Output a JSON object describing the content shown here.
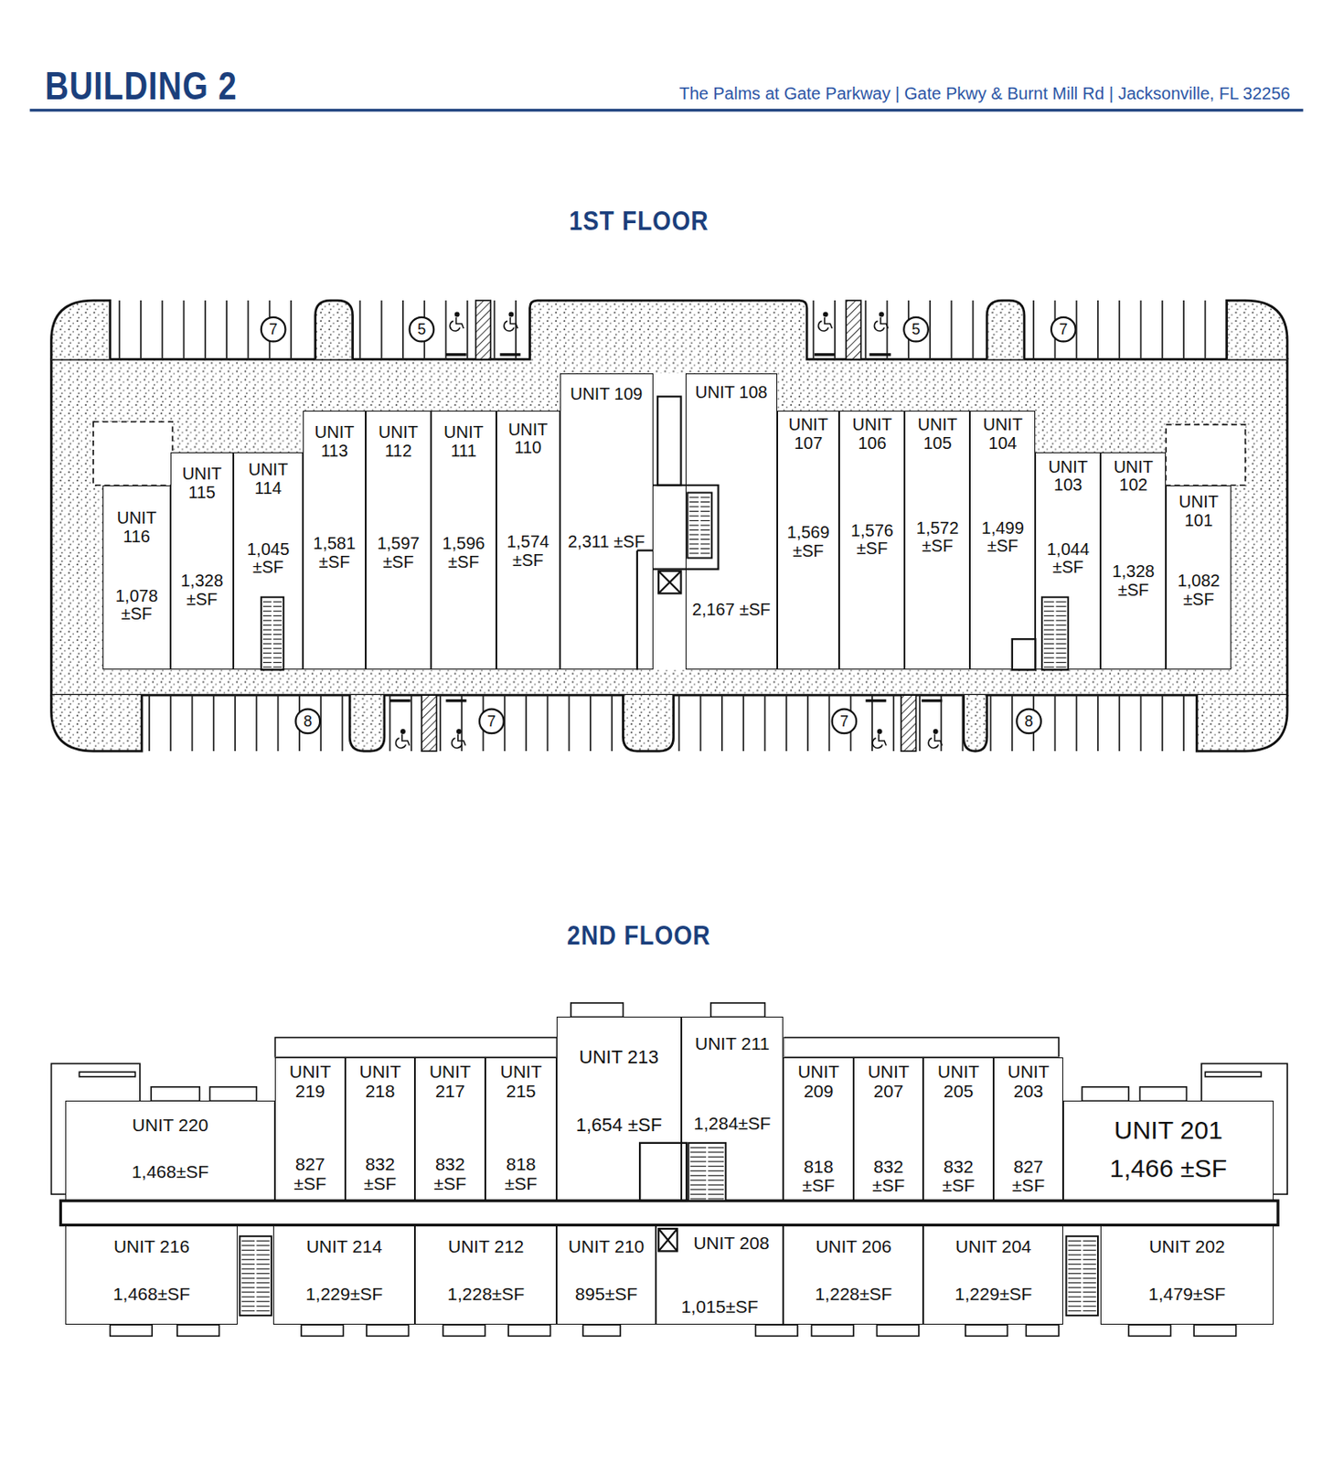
{
  "diagram": {
    "title": "BUILDING 2",
    "nodes": [
      {
        "text": [
          "1ST FLOOR"
        ]
      },
      {
        "text": [
          "UNIT 116",
          "1,078 ±SF"
        ],
        "in": 0
      },
      {
        "text": [
          "UNIT 115",
          "1,328 ±SF"
        ],
        "in": 0
      },
      {
        "text": [
          "UNIT 114",
          "1,045 ±SF"
        ],
        "in": 0
      },
      {
        "text": [
          "UNIT 113",
          "1,581 ±SF"
        ],
        "in": 0
      },
      {
        "text": [
          "UNIT 112",
          "1,597 ±SF"
        ],
        "in": 0
      },
      {
        "text": [
          "UNIT 111",
          "1,596 ±SF"
        ],
        "in": 0
      },
      {
        "text": [
          "UNIT 110",
          "1,574 ±SF"
        ],
        "in": 0
      },
      {
        "text": [
          "UNIT 109",
          "2,311 ±SF"
        ],
        "in": 0
      },
      {
        "text": [
          "UNIT 108",
          "2,167 ±SF"
        ],
        "in": 0
      },
      {
        "text": [
          "UNIT 107",
          "1,569 ±SF"
        ],
        "in": 0
      },
      {
        "text": [
          "UNIT 106",
          "1,576 ±SF"
        ],
        "in": 0
      },
      {
        "text": [
          "UNIT 105",
          "1,572 ±SF"
        ],
        "in": 0
      },
      {
        "text": [
          "UNIT 104",
          "1,499 ±SF"
        ],
        "in": 0
      },
      {
        "text": [
          "UNIT 103",
          "1,044 ±SF"
        ],
        "in": 0
      },
      {
        "text": [
          "UNIT 102",
          "1,328 ±SF"
        ],
        "in": 0
      },
      {
        "text": [
          "UNIT 101",
          "1,082 ±SF"
        ],
        "in": 0
      },
      {
        "text": [
          "2ND FLOOR"
        ]
      },
      {
        "text": [
          "UNIT 220",
          "1,468±SF"
        ],
        "in": 17
      },
      {
        "text": [
          "UNIT 219",
          "827 ±SF"
        ],
        "in": 17
      },
      {
        "text": [
          "UNIT 218",
          "832 ±SF"
        ],
        "in": 17
      },
      {
        "text": [
          "UNIT 217",
          "832 ±SF"
        ],
        "in": 17
      },
      {
        "text": [
          "UNIT 215",
          "818 ±SF"
        ],
        "in": 17
      },
      {
        "text": [
          "UNIT 213",
          "1,654 ±SF"
        ],
        "in": 17
      },
      {
        "text": [
          "UNIT 211",
          "1,284±SF"
        ],
        "in": 17
      },
      {
        "text": [
          "UNIT 209",
          "818 ±SF"
        ],
        "in": 17
      },
      {
        "text": [
          "UNIT 207",
          "832 ±SF"
        ],
        "in": 17
      },
      {
        "text": [
          "UNIT 205",
          "832 ±SF"
        ],
        "in": 17
      },
      {
        "text": [
          "UNIT 203",
          "827 ±SF"
        ],
        "in": 17
      },
      {
        "text": [
          "UNIT 201",
          "1,466 ±SF"
        ],
        "in": 17
      },
      {
        "text": [
          "UNIT 216",
          "1,468±SF"
        ],
        "in": 17
      },
      {
        "text": [
          "UNIT 214",
          "1,229±SF"
        ],
        "in": 17
      },
      {
        "text": [
          "UNIT 212",
          "1,228±SF"
        ],
        "in": 17
      },
      {
        "text": [
          "UNIT 210",
          "895±SF"
        ],
        "in": 17
      },
      {
        "text": [
          "UNIT 208",
          "1,015±SF"
        ],
        "in": 17
      },
      {
        "text": [
          "UNIT 206",
          "1,228±SF"
        ],
        "in": 17
      },
      {
        "text": [
          "UNIT 204",
          "1,229±SF"
        ],
        "in": 17
      },
      {
        "text": [
          "UNIT 202",
          "1,479±SF"
        ],
        "in": 17
      }
    ],
    "labels": [
      "The Palms at Gate Parkway | Gate Pkwy & Burnt Mill Rd | Jacksonville, FL 32256",
      "7",
      "5",
      "5",
      "7",
      "8",
      "7",
      "7",
      "8"
    ]
  }
}
